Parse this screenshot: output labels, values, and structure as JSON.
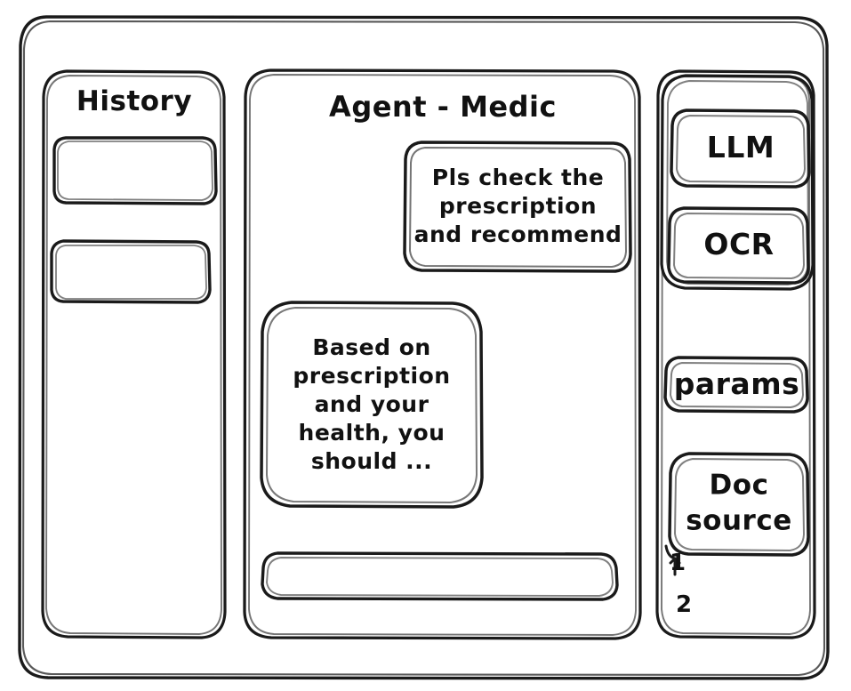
{
  "window": {
    "name": "agent-medic-wireframe"
  },
  "history": {
    "title": "History",
    "items": [
      {
        "label": ""
      },
      {
        "label": ""
      }
    ]
  },
  "agent": {
    "title": "Agent - Medic",
    "messages": [
      {
        "role": "user",
        "text": "Pls check the\nprescription\nand recommend"
      },
      {
        "role": "assistant",
        "text": "Based on\nprescription\nand your\nhealth, you\nshould ..."
      }
    ],
    "input": {
      "value": "",
      "placeholder": ""
    }
  },
  "tools": {
    "model_group": [
      {
        "label": "LLM"
      },
      {
        "label": "OCR"
      }
    ],
    "params_label": "params",
    "doc_source": {
      "label": "Doc\nsource",
      "refs": [
        "1",
        "2"
      ]
    }
  },
  "colors": {
    "ink": "#1a1a1a",
    "paper": "#ffffff"
  }
}
